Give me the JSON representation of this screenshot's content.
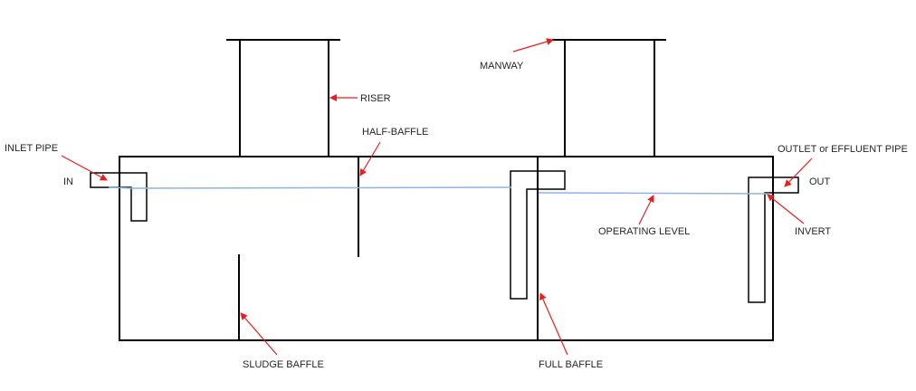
{
  "labels": {
    "inlet_pipe": "INLET PIPE",
    "in": "IN",
    "riser": "RISER",
    "manway": "MANWAY",
    "half_baffle": "HALF-BAFFLE",
    "outlet_pipe": "OUTLET or EFFLUENT PIPE",
    "out": "OUT",
    "operating_level": "OPERATING LEVEL",
    "invert": "INVERT",
    "sludge_baffle": "SLUDGE BAFFLE",
    "full_baffle": "FULL BAFFLE"
  },
  "colors": {
    "lines": "#000000",
    "arrows": "#e81e1e",
    "water_level": "#8db4e2",
    "text": "#262626"
  }
}
